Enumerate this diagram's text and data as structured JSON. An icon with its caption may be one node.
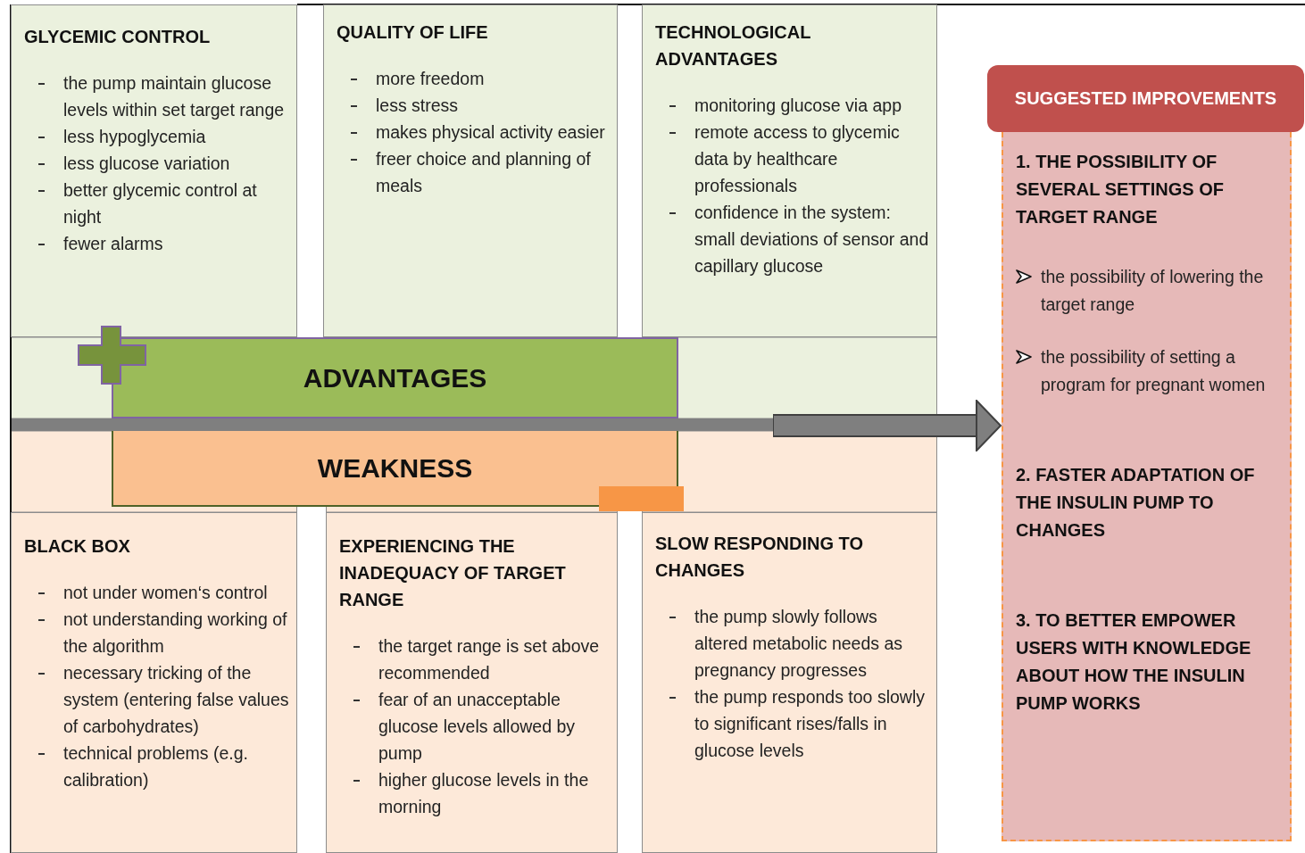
{
  "diagram": {
    "nodes": [
      {
        "text": [
          "GLYCEMIC CONTROL",
          "the pump maintain glucose levels within set target range",
          "less hypoglycemia",
          "less glucose variation",
          "better glycemic control at night",
          "fewer alarms"
        ]
      },
      {
        "text": [
          "QUALITY OF LIFE",
          "more freedom",
          "less stress",
          "makes physical activity easier",
          "freer choice and planning of meals"
        ]
      },
      {
        "text": [
          "TECHNOLOGICAL ADVANTAGES",
          "monitoring glucose  via app",
          "remote access to glycemic data  by healthcare professionals",
          "confidence in the system: small deviations of sensor and capillary glucose"
        ]
      },
      {
        "text": [
          "ADVANTAGES"
        ]
      },
      {
        "text": [
          "WEAKNESS"
        ]
      },
      {
        "text": [
          "BLACK BOX",
          "not under women‘s control",
          "not understanding working of the algorithm",
          "necessary tricking of the system (entering false values of carbohydrates)",
          "technical problems (e.g. calibration)"
        ]
      },
      {
        "text": [
          "EXPERIENCING THE INADEQUACY OF TARGET RANGE",
          "the target range is set above recommended",
          "fear of an unacceptable glucose levels allowed by pump",
          "higher glucose levels in the morning"
        ]
      },
      {
        "text": [
          "SLOW RESPONDING TO CHANGES",
          "the pump slowly follows altered metabolic needs as pregnancy progresses",
          "the pump responds too slowly to significant rises/falls in glucose levels"
        ]
      },
      {
        "text": [
          "SUGGESTED IMPROVEMENTS"
        ]
      },
      {
        "text": [
          "1. THE POSSIBILITY OF SEVERAL SETTINGS OF TARGET RANGE",
          "the possibility of lowering the target range",
          "the possibility of setting a program for pregnant women",
          "2. FASTER ADAPTATION OF THE INSULIN PUMP TO CHANGES",
          "3. TO BETTER EMPOWER USERS WITH KNOWLEDGE ABOUT HOW THE INSULIN PUMP WORKS"
        ]
      }
    ],
    "edges": [
      {
        "from": null,
        "to": 9,
        "arrow": "to"
      }
    ]
  }
}
